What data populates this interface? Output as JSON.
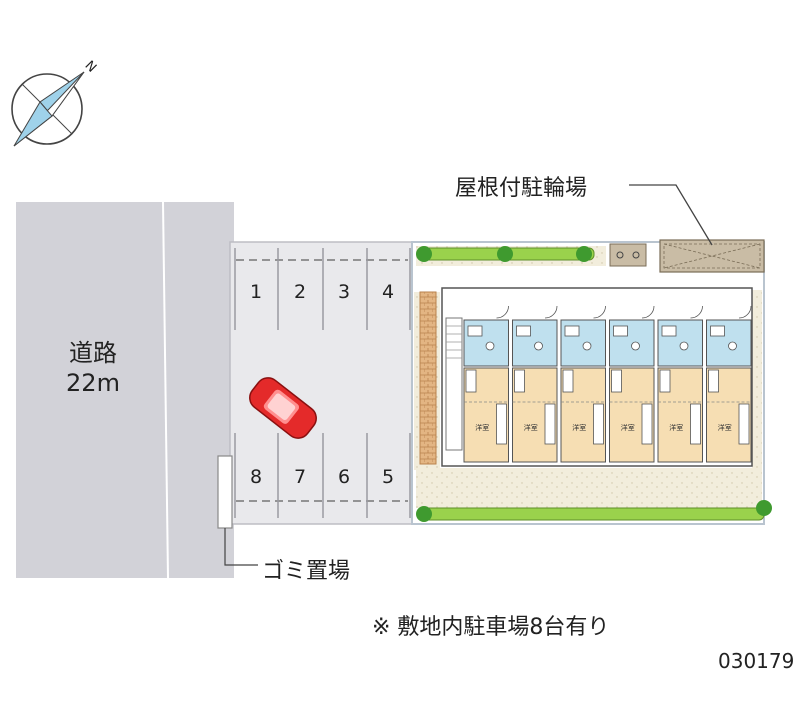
{
  "compass": {
    "north_label": "N"
  },
  "road": {
    "name": "道路",
    "width": "22m"
  },
  "parking": {
    "top_row": [
      "1",
      "2",
      "3",
      "4"
    ],
    "bottom_row": [
      "8",
      "7",
      "6",
      "5"
    ]
  },
  "labels": {
    "bike_shelter": "屋根付駐輪場",
    "garbage": "ゴミ置場",
    "note": "※ 敷地内駐車場8台有り",
    "code": "030179"
  },
  "units": {
    "room_label": "洋室",
    "count": 6
  },
  "colors": {
    "road": "#d2d2d8",
    "paving": "#e9e9ec",
    "unit_floor": "#f6deb3",
    "wet_area": "#bfe0ee",
    "hedge": "#9ad24c",
    "tree": "#3f9a2f",
    "car": "#e42a2a",
    "walkway": "#f1ecda",
    "fence": "#b9c4cf"
  }
}
